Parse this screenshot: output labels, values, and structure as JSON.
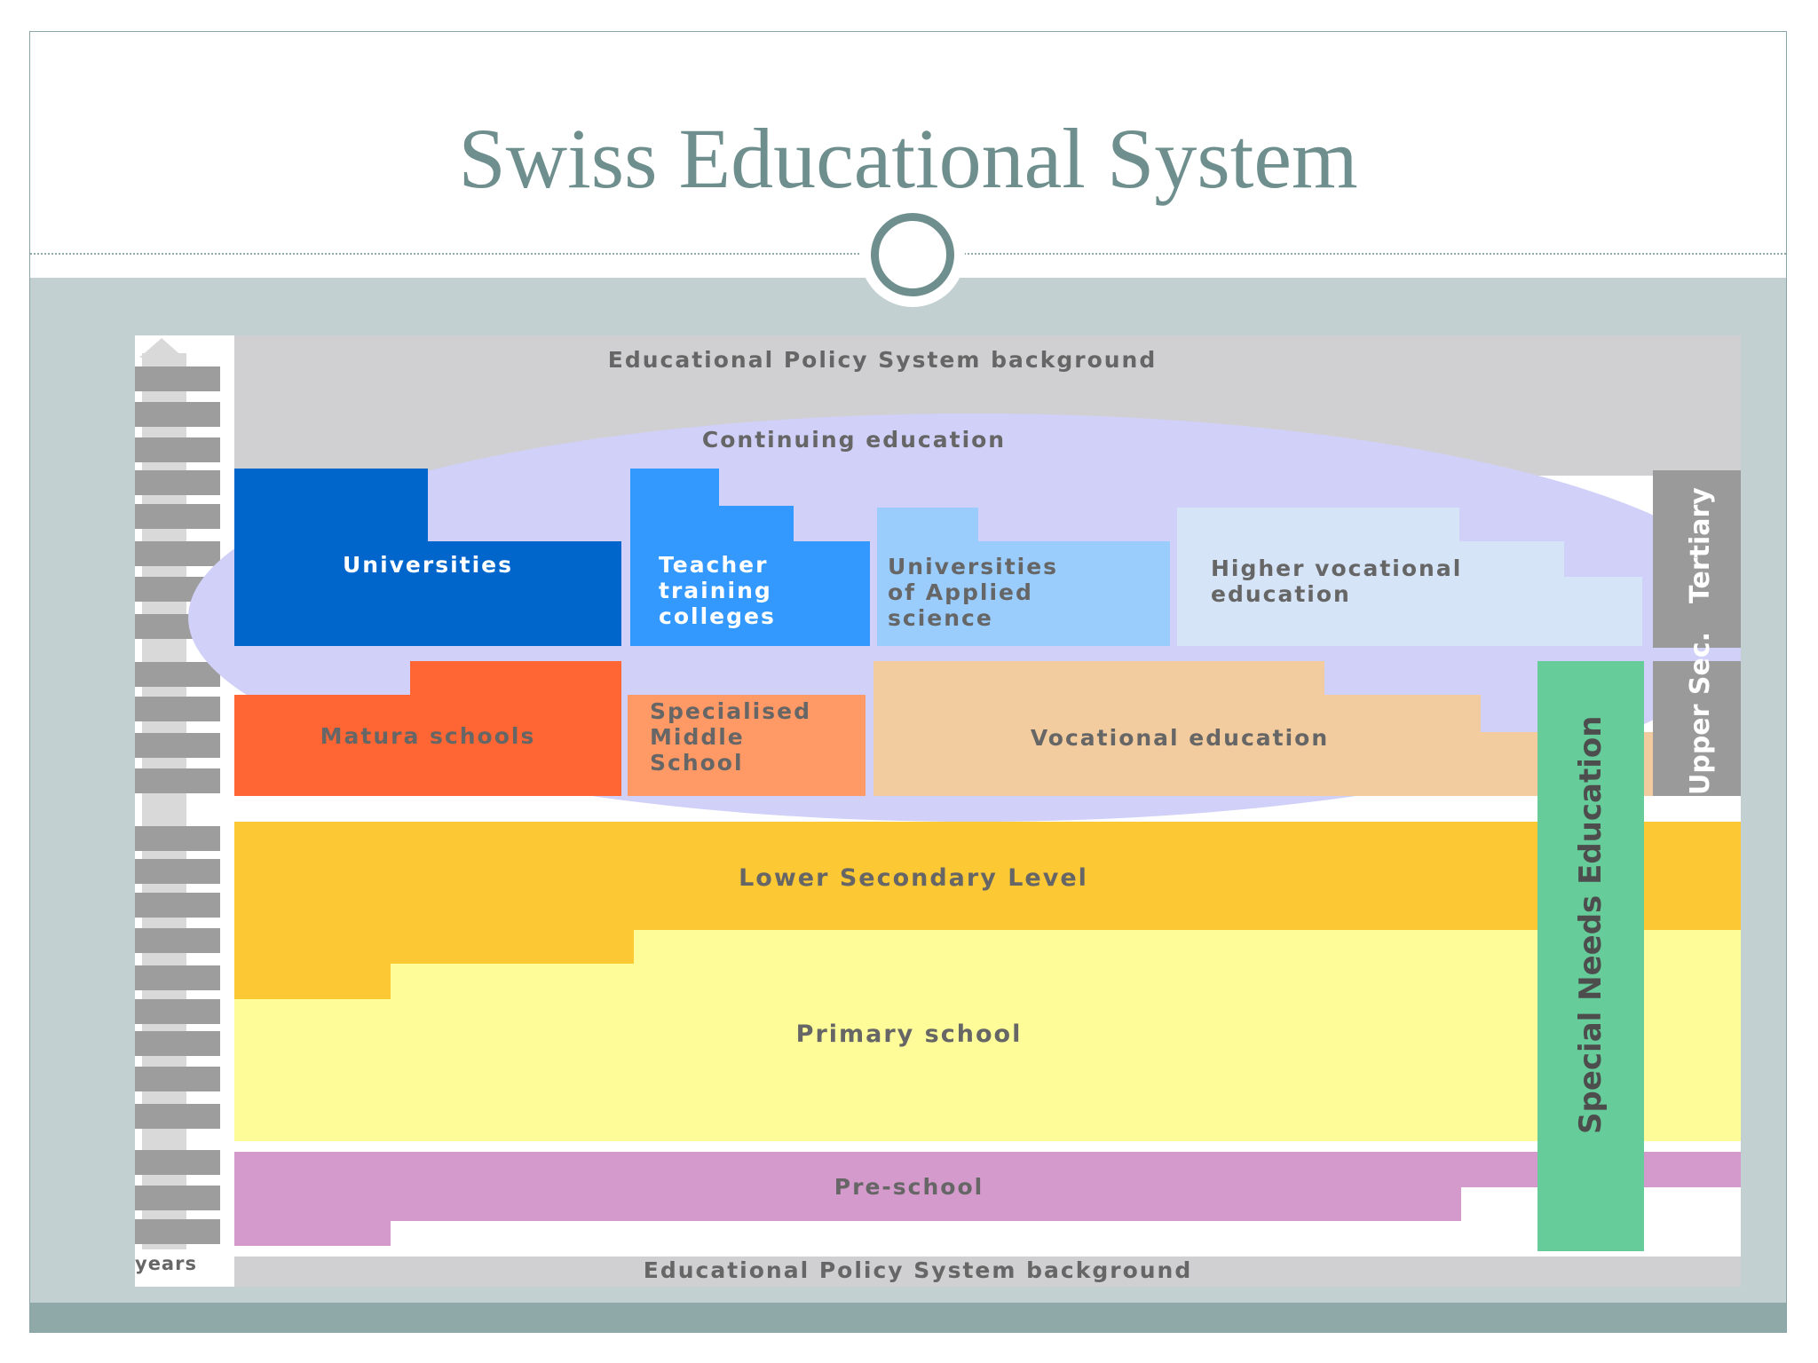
{
  "title": "Swiss Educational System",
  "colors": {
    "title": "#6f8f8e",
    "universities": "#0166cc",
    "teacher_training": "#3399ff",
    "applied_science": "#9accfc",
    "higher_vocational": "#d6e4f8",
    "matura": "#ff6633",
    "specialised_middle": "#ff9966",
    "vocational": "#f2cc9e",
    "lower_secondary": "#fcc935",
    "primary": "#fefc99",
    "pre_school": "#d49acb",
    "special_needs": "#66cc99",
    "continuing": "#d0d0f8"
  },
  "diagram": {
    "policy_top": "Educational Policy System background",
    "policy_bottom": "Educational Policy System background",
    "continuing": "Continuing education",
    "universities": "Universities",
    "teacher_training": "Teacher\ntraining\ncolleges",
    "applied_science": "Universities\nof Applied\nscience",
    "higher_vocational": "Higher vocational\neducation",
    "matura": "Matura schools",
    "specialised_middle": "Specialised\nMiddle\nSchool",
    "vocational": "Vocational education",
    "lower_secondary": "Lower Secondary Level",
    "primary": "Primary school",
    "pre_school": "Pre-school",
    "special_needs": "Special Needs Education",
    "tertiary": "Tertiary",
    "upper_sec": "Upper Sec.",
    "years": "years"
  }
}
